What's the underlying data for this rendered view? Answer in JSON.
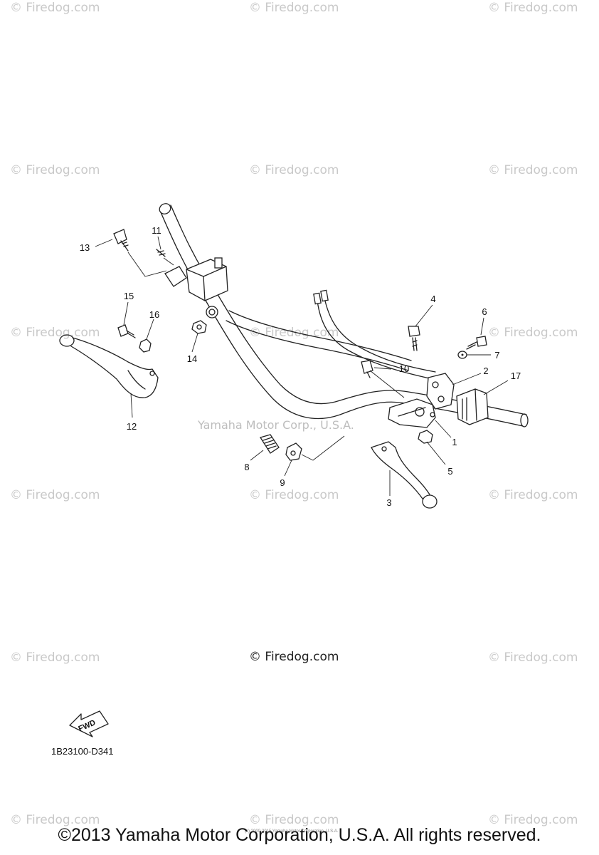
{
  "watermark_text": "© Firedog.com",
  "center_watermark": "Yamaha Motor Corp., U.S.A.",
  "site_mark": "© Firedog.com",
  "fwd_label": "FWD",
  "diagram_code": "1B23100-D341",
  "copyright": "©2013 Yamaha Motor Corporation, U.S.A. All rights reserved.",
  "tiny_notice": "(c) 2000-2015 Yamaha Motor Corporation, U.S.A.",
  "callouts": {
    "c1": "1",
    "c2": "2",
    "c3": "3",
    "c4": "4",
    "c5": "5",
    "c6": "6",
    "c7": "7",
    "c8": "8",
    "c9": "9",
    "c10": "10",
    "c11": "11",
    "c12": "12",
    "c13": "13",
    "c14": "14",
    "c15": "15",
    "c16": "16",
    "c17": "17"
  }
}
